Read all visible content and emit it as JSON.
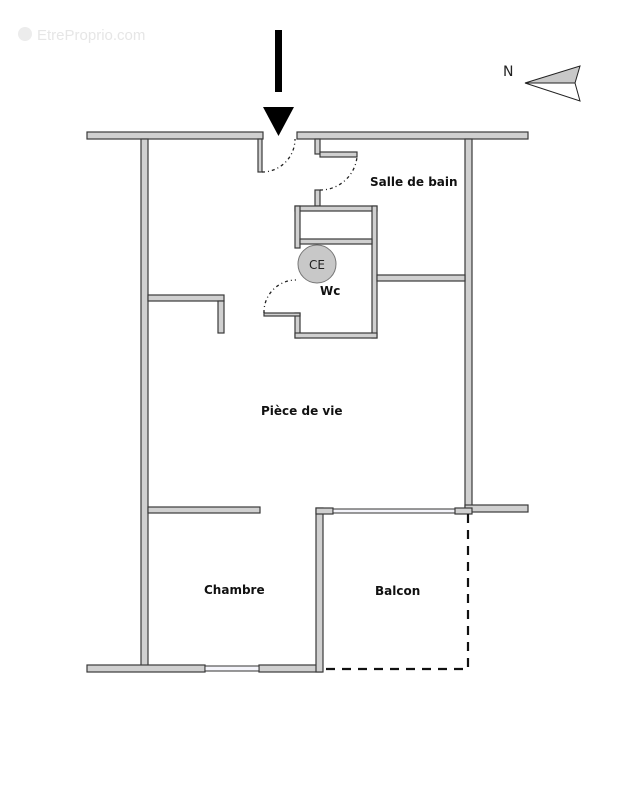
{
  "watermark": {
    "text": "EtreProprio.com",
    "icon": "etreproprio-logo-icon"
  },
  "compass": {
    "label": "N",
    "icon": "north-arrow-icon"
  },
  "entrance": {
    "icon": "entrance-arrow-icon"
  },
  "rooms": [
    {
      "id": "salle-de-bain",
      "label": "Salle de bain"
    },
    {
      "id": "ce",
      "label": "CE"
    },
    {
      "id": "wc",
      "label": "Wc"
    },
    {
      "id": "piece-de-vie",
      "label": "Pièce de vie"
    },
    {
      "id": "chambre",
      "label": "Chambre"
    },
    {
      "id": "balcon",
      "label": "Balcon"
    }
  ],
  "colors": {
    "wall_fill": "#d0d0d0",
    "wall_stroke": "#3a3a3a",
    "ce_fill": "#c8c8c8"
  }
}
